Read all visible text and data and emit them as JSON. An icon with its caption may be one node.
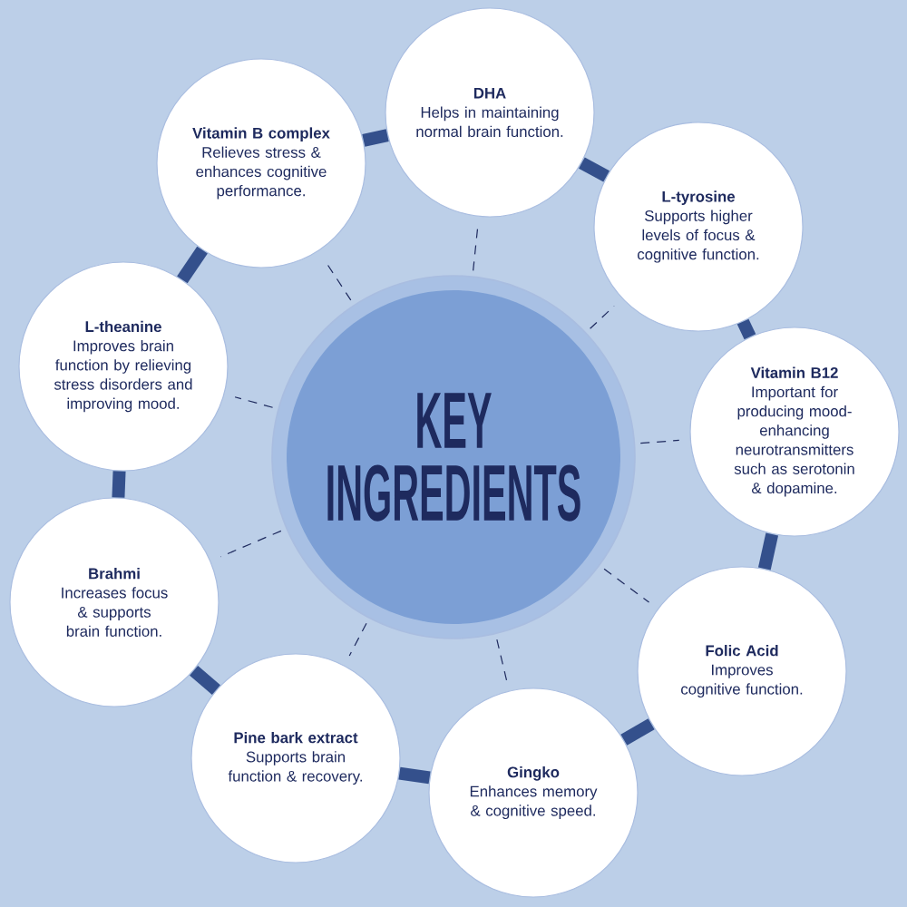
{
  "diagram": {
    "nodes": [
      {
        "text": [
          "KEY INGREDIENTS"
        ]
      },
      {
        "text": [
          "DHA",
          "Helps in maintaining normal brain function."
        ]
      },
      {
        "text": [
          "L-tyrosine",
          "Supports higher levels of focus & cognitive function."
        ]
      },
      {
        "text": [
          "Vitamin B12",
          "Important for producing mood-enhancing neurotransmitters such as serotonin & dopamine."
        ]
      },
      {
        "text": [
          "Folic Acid",
          "Improves cognitive function."
        ]
      },
      {
        "text": [
          "Gingko",
          "Enhances memory & cognitive speed."
        ]
      },
      {
        "text": [
          "Pine bark extract",
          "Supports brain function & recovery."
        ]
      },
      {
        "text": [
          "Brahmi",
          "Increases focus & supports brain function."
        ]
      },
      {
        "text": [
          "L-theanine",
          "Improves brain function by relieving stress disorders and improving mood."
        ]
      },
      {
        "text": [
          "Vitamin B complex",
          "Relieves stress & enhances cognitive performance."
        ]
      }
    ],
    "edges": [
      {
        "from": 0,
        "to": 1,
        "arrow": "none",
        "style": "dashed"
      },
      {
        "from": 0,
        "to": 2,
        "arrow": "none",
        "style": "dashed"
      },
      {
        "from": 0,
        "to": 3,
        "arrow": "none",
        "style": "dashed"
      },
      {
        "from": 0,
        "to": 4,
        "arrow": "none",
        "style": "dashed"
      },
      {
        "from": 0,
        "to": 5,
        "arrow": "none",
        "style": "dashed"
      },
      {
        "from": 0,
        "to": 6,
        "arrow": "none",
        "style": "dashed"
      },
      {
        "from": 0,
        "to": 7,
        "arrow": "none",
        "style": "dashed"
      },
      {
        "from": 0,
        "to": 8,
        "arrow": "none",
        "style": "dashed"
      },
      {
        "from": 0,
        "to": 9,
        "arrow": "none",
        "style": "dashed"
      },
      {
        "from": 9,
        "to": 1,
        "arrow": "none",
        "style": "thick"
      },
      {
        "from": 1,
        "to": 2,
        "arrow": "none",
        "style": "thick"
      },
      {
        "from": 2,
        "to": 3,
        "arrow": "none",
        "style": "thick"
      },
      {
        "from": 3,
        "to": 4,
        "arrow": "none",
        "style": "thick"
      },
      {
        "from": 4,
        "to": 5,
        "arrow": "none",
        "style": "thick"
      },
      {
        "from": 5,
        "to": 6,
        "arrow": "none",
        "style": "thick"
      },
      {
        "from": 6,
        "to": 7,
        "arrow": "none",
        "style": "thick"
      },
      {
        "from": 7,
        "to": 8,
        "arrow": "none",
        "style": "thick"
      },
      {
        "from": 8,
        "to": 9,
        "arrow": "none",
        "style": "thick"
      }
    ]
  }
}
